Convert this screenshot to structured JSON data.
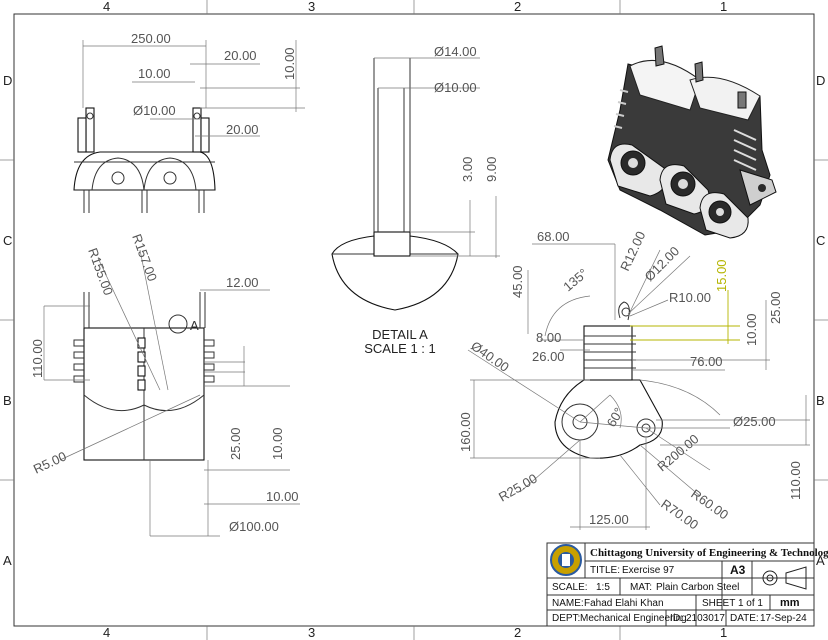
{
  "zones": {
    "top": [
      "4",
      "3",
      "2",
      "1"
    ],
    "bottom": [
      "4",
      "3",
      "2",
      "1"
    ],
    "left": [
      "D",
      "C",
      "B",
      "A"
    ],
    "right": [
      "D",
      "C",
      "B",
      "A"
    ]
  },
  "top_view_dims": {
    "d250": "250.00",
    "d20a": "20.00",
    "d10a": "10.00",
    "d10v": "10.00",
    "dia10": "Ø10.00",
    "d20b": "20.00"
  },
  "detail_dims": {
    "dia14": "Ø14.00",
    "dia10": "Ø10.00",
    "d3": "3.00",
    "d9": "9.00",
    "label": "DETAIL A",
    "scale": "SCALE 1 : 1"
  },
  "front_view_dims": {
    "r155": "R155.00",
    "r157": "R157.00",
    "d12": "12.00",
    "a": "A",
    "d110": "110.00",
    "r5": "R5.00",
    "d25": "25.00",
    "d10": "10.00",
    "d10b": "10.00",
    "dia100": "Ø100.00"
  },
  "side_view_dims": {
    "d68": "68.00",
    "r12": "R12.00",
    "dia12": "Ø12.00",
    "d15": "15.00",
    "d45": "45.00",
    "a135": "135°",
    "r10": "R10.00",
    "d8": "8.00",
    "d26": "26.00",
    "d10": "10.00",
    "d25": "25.00",
    "dia40": "Ø40.00",
    "d76": "76.00",
    "d160": "160.00",
    "a60": "60°",
    "dia25": "Ø25.00",
    "r200": "R200.00",
    "r25": "R25.00",
    "r60": "R60.00",
    "r70": "R70.00",
    "d110": "110.00",
    "d125": "125.00"
  },
  "title_block": {
    "university": "Chittagong University of Engineering & Technology",
    "title_label": "TITLE:",
    "title_value": "Exercise 97",
    "size": "A3",
    "scale_label": "SCALE:",
    "scale_value": "1:5",
    "mat_label": "MAT:",
    "mat_value": "Plain Carbon Steel",
    "name_label": "NAME:",
    "name_value": "Fahad Elahi Khan",
    "sheet": "SHEET 1 of 1",
    "units": "mm",
    "dept_label": "DEPT:",
    "dept_value": "Mechanical Engineering",
    "id_label": "ID:",
    "id_value": "2103017",
    "date_label": "DATE:",
    "date_value": "17-Sep-24"
  },
  "colors": {
    "accent_dim": "#b5b500",
    "logo_ring": "#2a5aa0",
    "logo_gear": "#c8a000"
  }
}
